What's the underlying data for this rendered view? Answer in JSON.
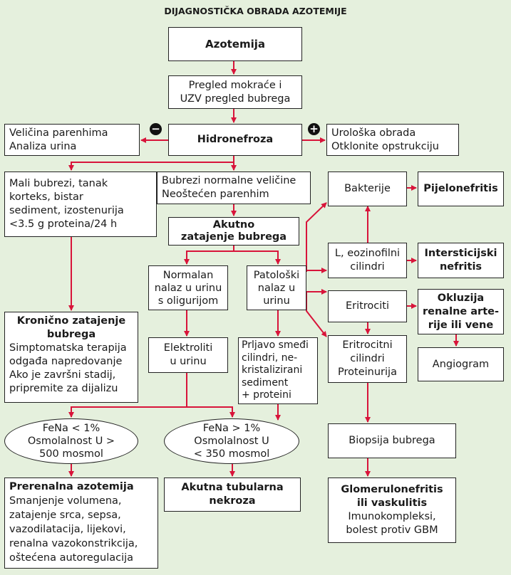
{
  "title": "DIJAGNOSTIČKA OBRADA AZOTEMIJE",
  "nodes": {
    "azotemija": "Azotemija",
    "pregled": [
      "Pregled mokraće i",
      "UZV pregled bubrega"
    ],
    "hidronefroza": "Hidronefroza",
    "velicina": [
      "Veličina parenhima",
      "Analiza urina"
    ],
    "uroloska": [
      "Urološka obrada",
      "Otklonite opstrukciju"
    ],
    "mali": [
      "Mali bubrezi, tanak",
      "korteks, bistar",
      "sediment, izostenurija",
      "<3.5 g proteina/24 h"
    ],
    "normalne": [
      "Bubrezi normalne veličine",
      "Neoštećen parenhim"
    ],
    "akutno": [
      "Akutno",
      "zatajenje bubrega"
    ],
    "kronicno_title": [
      "Kronično zatajenje",
      "bubrega"
    ],
    "kronicno_body": [
      "Simptomatska terapija",
      "odgađa napredovanje",
      "Ako je završni stadij,",
      "pripremite za dijalizu"
    ],
    "normalan": [
      "Normalan",
      "nalaz u urinu",
      "s oligurijom"
    ],
    "patoloski": [
      "Patološki",
      "nalaz u",
      "urinu"
    ],
    "elektroliti": [
      "Elektroliti",
      "u urinu"
    ],
    "prljavo": [
      "Prljavo smeđi",
      "cilindri, ne-",
      "kristalizirani",
      "sediment",
      "+ proteini"
    ],
    "fena1": [
      "FeNa < 1%",
      "Osmolalnost U >",
      "500 mosmol"
    ],
    "fena2": [
      "FeNa > 1%",
      "Osmolalnost U",
      "< 350 mosmol"
    ],
    "prerenalna_title": "Prerenalna azotemija",
    "prerenalna_body": [
      "Smanjenje volumena,",
      "zatajenje srca, sepsa,",
      "vazodilatacija, lijekovi,",
      "renalna vazokonstrikcija,",
      "oštećena autoregulacija"
    ],
    "tubularna": [
      "Akutna tubularna",
      "nekroza"
    ],
    "bakterije": "Bakterije",
    "pijelonefritis": "Pijelonefritis",
    "eozinofilni": [
      "L, eozinofilni",
      "cilindri"
    ],
    "intersticijski": [
      "Intersticijski",
      "nefritis"
    ],
    "eritrociti": "Eritrociti",
    "okluzija": [
      "Okluzija",
      "renalne arte-",
      "rije ili vene"
    ],
    "eritrocitni": [
      "Eritrocitni",
      "cilindri",
      "Proteinurija"
    ],
    "angiogram": "Angiogram",
    "biopsija": "Biopsija bubrega",
    "glomerulo_title": [
      "Glomerulonefritis",
      "ili vaskulitis"
    ],
    "glomerulo_body": [
      "Imunokompleksi,",
      "bolest protiv GBM"
    ]
  },
  "signs": {
    "minus": "−",
    "plus": "+"
  },
  "colors": {
    "arrow": "#d8143a",
    "background": "#e5f0dd"
  }
}
